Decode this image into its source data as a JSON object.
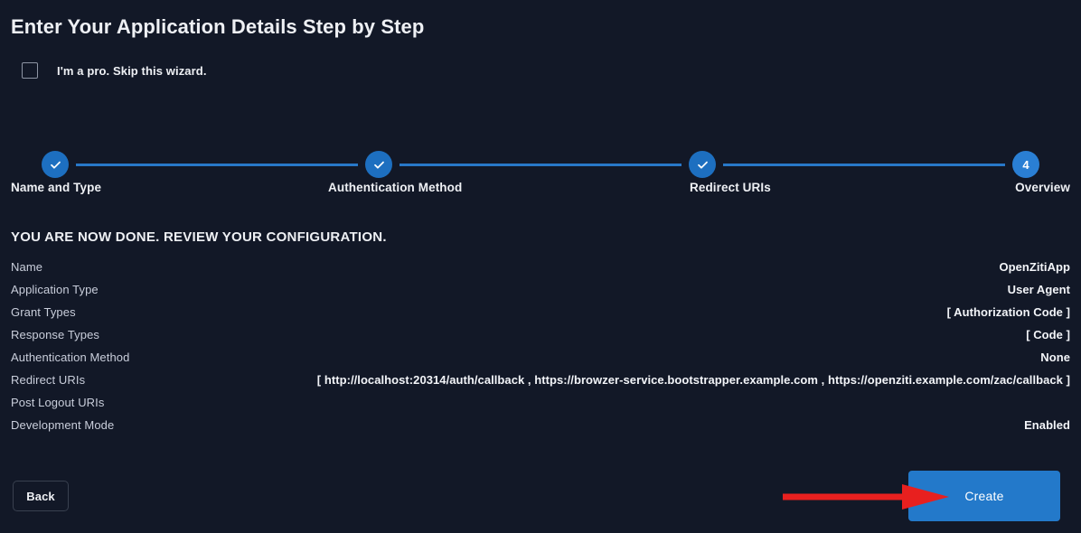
{
  "page": {
    "title": "Enter Your Application Details Step by Step"
  },
  "skip_wizard": {
    "label": "I'm a pro. Skip this wizard.",
    "checked": false,
    "icon": "checkbox-empty-icon"
  },
  "stepper": {
    "current_step": 4,
    "accent_color": "#2878c8",
    "steps": [
      {
        "index": 1,
        "label": "Name and Type",
        "state": "complete",
        "marker": "check-icon"
      },
      {
        "index": 2,
        "label": "Authentication Method",
        "state": "complete",
        "marker": "check-icon"
      },
      {
        "index": 3,
        "label": "Redirect URIs",
        "state": "complete",
        "marker": "check-icon"
      },
      {
        "index": 4,
        "label": "Overview",
        "state": "current",
        "marker": "4"
      }
    ]
  },
  "review": {
    "heading": "YOU ARE NOW DONE. REVIEW YOUR CONFIGURATION.",
    "rows": [
      {
        "key": "Name",
        "value": "OpenZitiApp"
      },
      {
        "key": "Application Type",
        "value": "User Agent"
      },
      {
        "key": "Grant Types",
        "value": "[ Authorization Code ]"
      },
      {
        "key": "Response Types",
        "value": "[ Code ]"
      },
      {
        "key": "Authentication Method",
        "value": "None"
      },
      {
        "key": "Redirect URIs",
        "value": "[ http://localhost:20314/auth/callback , https://browzer-service.bootstrapper.example.com , https://openziti.example.com/zac/callback ]"
      },
      {
        "key": "Post Logout URIs",
        "value": ""
      },
      {
        "key": "Development Mode",
        "value": "Enabled"
      }
    ]
  },
  "footer": {
    "back_label": "Back",
    "create_label": "Create",
    "create_color": "#2379ca"
  },
  "annotation": {
    "type": "arrow",
    "color": "#e8201f",
    "points_to": "create-button"
  }
}
